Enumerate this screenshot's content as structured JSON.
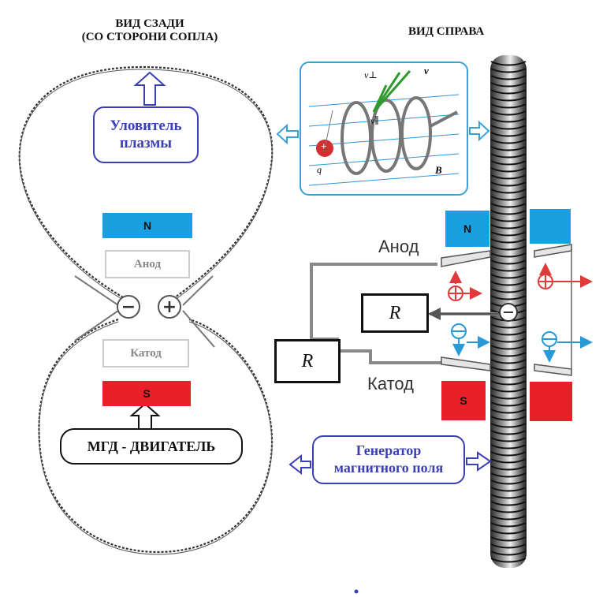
{
  "titles": {
    "rear_view_line1": "ВИД СЗАДИ",
    "rear_view_line2": "(СО СТОРОНИ СОПЛА)",
    "right_view": "ВИД СПРАВА"
  },
  "rear_view": {
    "plasma_catcher": "Уловитель плазмы",
    "north_pole": "N",
    "anode": "Анод",
    "cathode": "Катод",
    "south_pole": "S",
    "minus_terminal": "−",
    "plus_terminal": "+",
    "engine_label": "МГД - ДВИГАТЕЛЬ"
  },
  "inset": {
    "v_perp": "v⊥",
    "v": "v",
    "v_par": "v∥",
    "charge": "q",
    "charge_sign": "+",
    "field": "B"
  },
  "right_view": {
    "north_pole": "N",
    "anode": "Анод",
    "resistor_small": "R",
    "resistor_large": "R",
    "cathode": "Катод",
    "south_pole": "S",
    "field_generator_line1": "Генератор",
    "field_generator_line2": "магнитного поля"
  },
  "colors": {
    "magnet_north": "#1aa0e0",
    "magnet_south": "#e8202a",
    "callout_blue": "#3b3fb5",
    "positive_ion": "#e03a3a",
    "electron": "#2a9ad6"
  }
}
